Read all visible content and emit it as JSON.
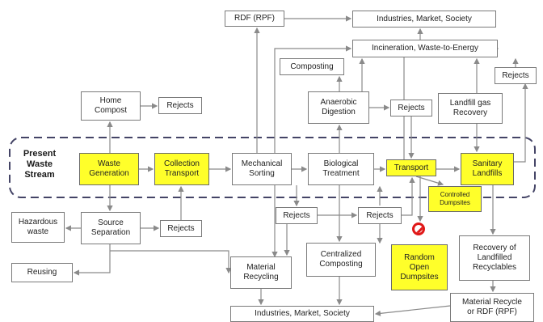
{
  "colors": {
    "highlight": "#ffff2a",
    "line": "#8a8a8a",
    "dash": "#444466",
    "prohibit": "#e01818"
  },
  "stream_label": "Present\nWaste\nStream",
  "nodes": {
    "rdf": "RDF (RPF)",
    "industries_top": "Industries, Market, Society",
    "incineration": "Incineration, Waste-to-Energy",
    "composting": "Composting",
    "rejects_far_right": "Rejects",
    "home_compost": "Home\nCompost",
    "rejects_home": "Rejects",
    "anaerobic": "Anaerobic\nDigestion",
    "rejects_ad": "Rejects",
    "landfill_gas": "Landfill gas\nRecovery",
    "waste_generation": "Waste\nGeneration",
    "collection_transport": "Collection\nTransport",
    "mechanical_sorting": "Mechanical\nSorting",
    "biological_treatment": "Biological\nTreatment",
    "transport": "Transport",
    "sanitary_landfills": "Sanitary\nLandfills",
    "controlled_dumpsites": "Controlled\nDumpsites",
    "hazardous_waste": "Hazardous\nwaste",
    "source_separation": "Source\nSeparation",
    "rejects_source": "Rejects",
    "rejects_mid_left": "Rejects",
    "rejects_mid_right": "Rejects",
    "random_dumpsites": "Random\nOpen\nDumpsites",
    "recovery_landfilled": "Recovery of\nLandfilled\nRecyclables",
    "reusing": "Reusing",
    "material_recycling": "Material\nRecycling",
    "centralized_composting": "Centralized\nComposting",
    "industries_bottom": "Industries, Market, Society",
    "material_recycle_rdf": "Material Recycle\nor RDF (RPF)"
  }
}
